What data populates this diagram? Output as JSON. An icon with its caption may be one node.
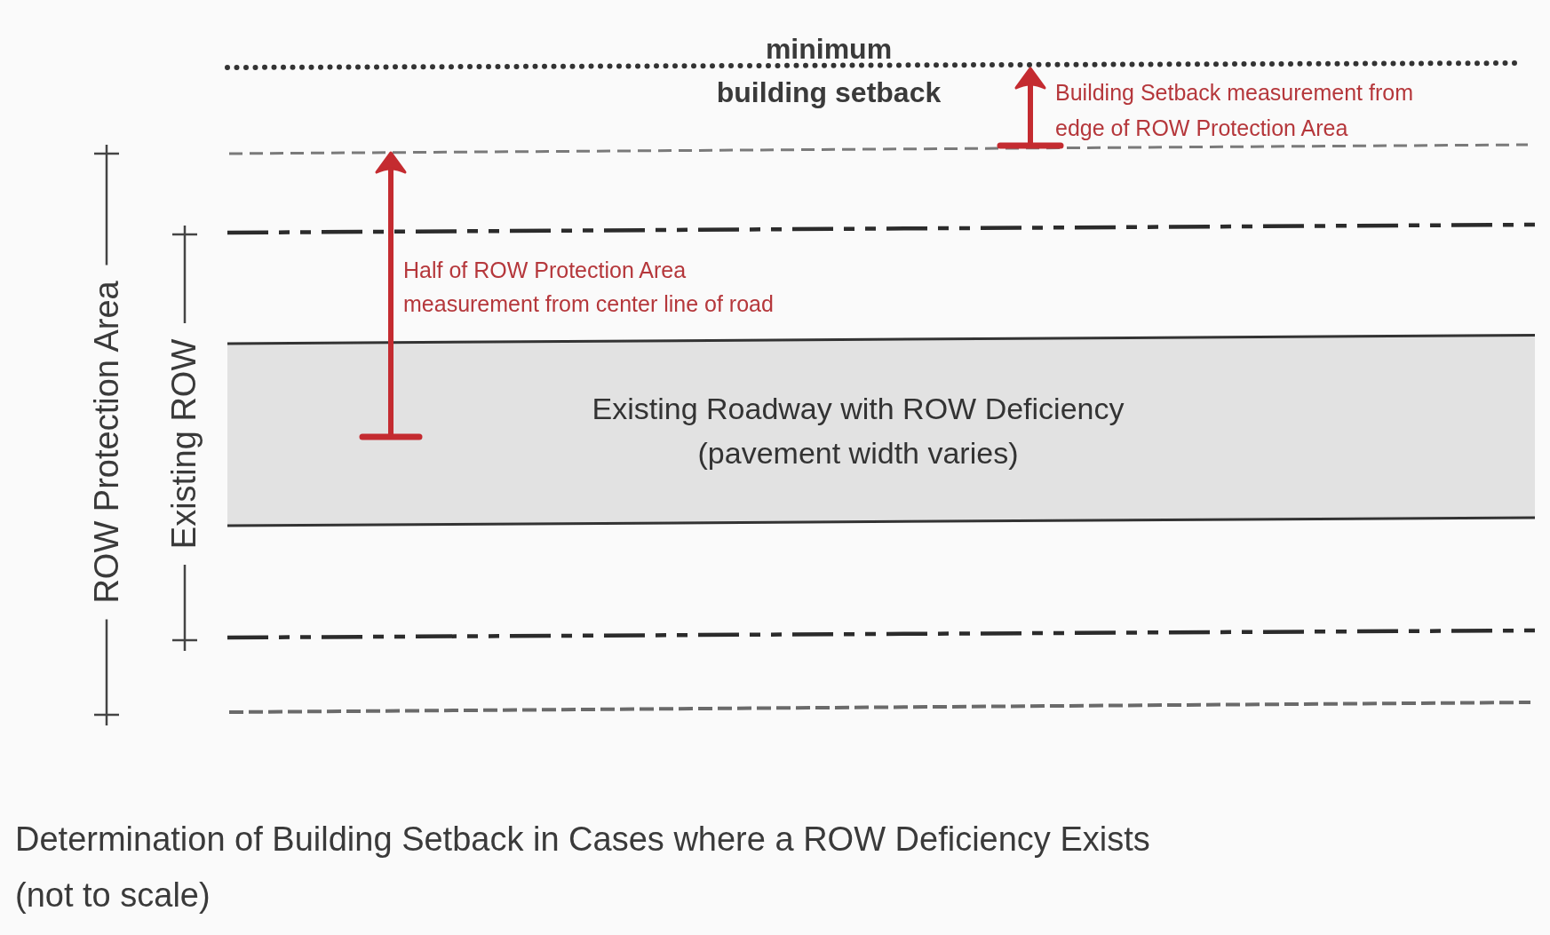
{
  "diagram": {
    "caption": "Determination of Building Setback in Cases where a ROW Deficiency Exists",
    "nodes": [
      {
        "text": [
          "Existing Roadway with ROW Deficiency",
          "(pavement width varies)"
        ]
      }
    ],
    "labels": [
      "minimum building setback",
      "Building Setback measurement from edge of ROW Protection Area",
      "ROW Protection Area",
      "Existing ROW",
      "Half of ROW Protection Area measurement from center line of road",
      "(not to scale)"
    ]
  }
}
